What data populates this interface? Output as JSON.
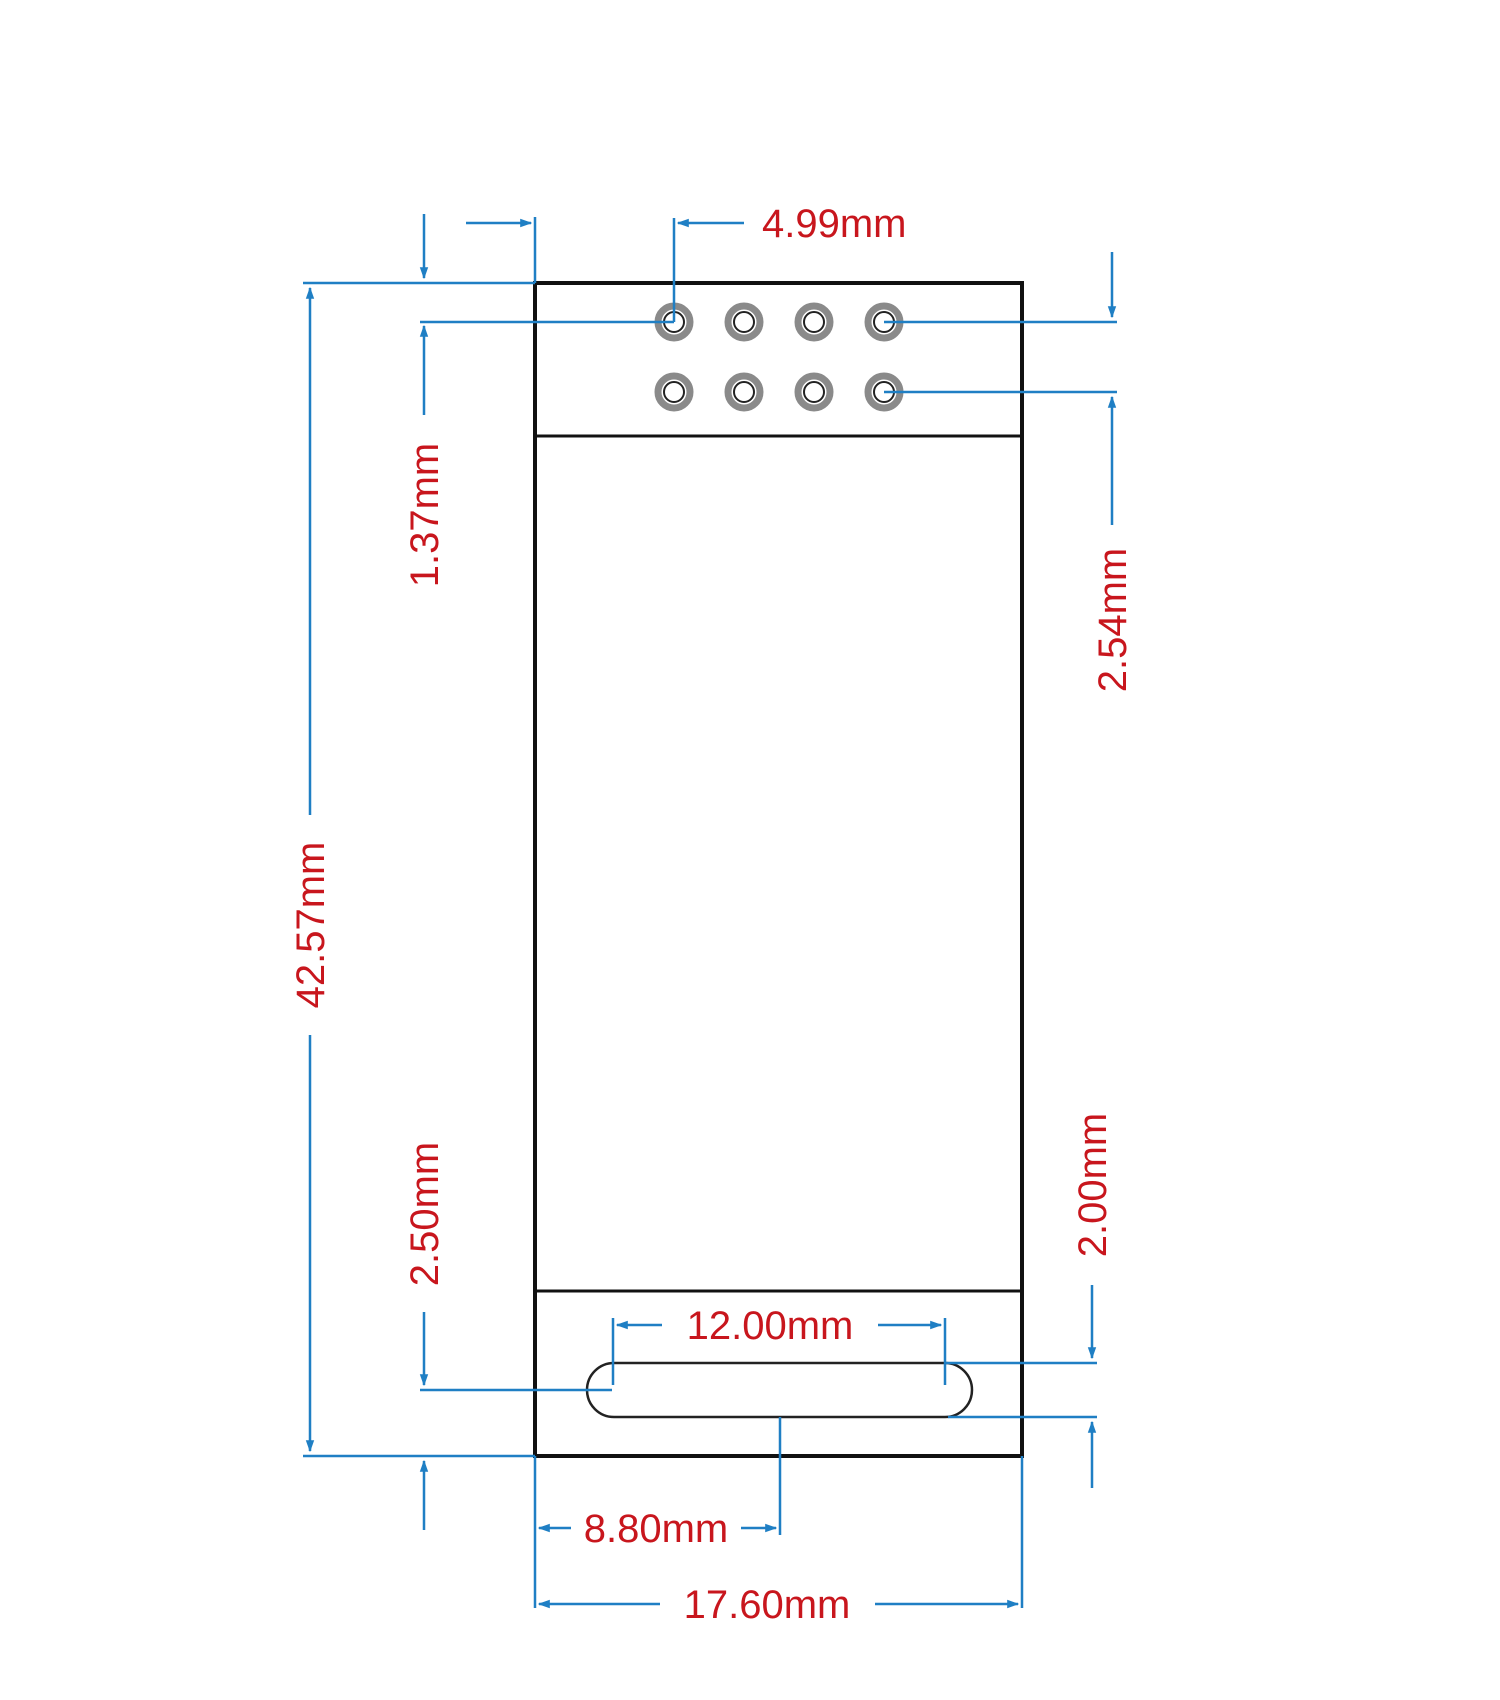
{
  "dimensions": {
    "pin_pitch_horizontal": "4.99mm",
    "pin_offset_top": "1.37mm",
    "pin_row_pitch": "2.54mm",
    "total_height": "42.57mm",
    "slot_offset_bottom": "2.50mm",
    "slot_height": "2.00mm",
    "slot_length": "12.00mm",
    "slot_center_x": "8.80mm",
    "total_width": "17.60mm"
  },
  "colors": {
    "dimension_text": "#c8161d",
    "dimension_line": "#1f7fc4",
    "outline": "#111111",
    "pin_ring": "#8a8a8a"
  },
  "pins": {
    "rows": 2,
    "columns": 4
  }
}
